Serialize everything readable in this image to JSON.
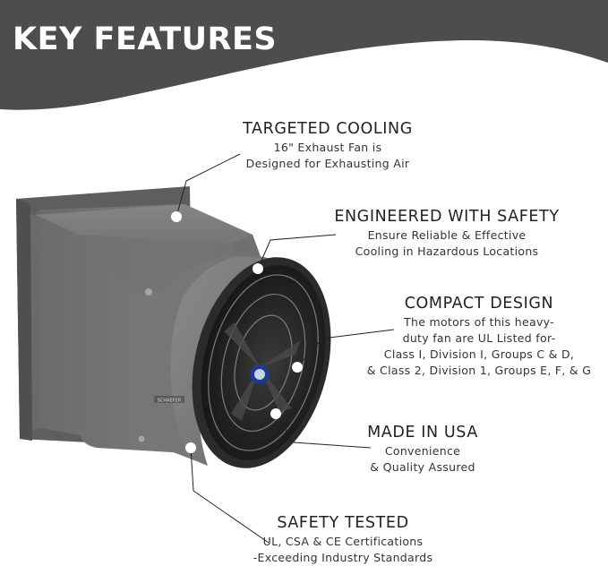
{
  "header": {
    "title": "KEY FEATURES",
    "band_color": "#4d4d4f"
  },
  "product": {
    "brand_badge": "SCHAEFER"
  },
  "features": [
    {
      "title": "TARGETED COOLING",
      "lines": [
        "16\" Exhaust Fan is",
        "Designed for Exhausting Air"
      ]
    },
    {
      "title": "ENGINEERED WITH SAFETY",
      "lines": [
        "Ensure Reliable & Effective",
        "Cooling in Hazardous Locations"
      ]
    },
    {
      "title": "COMPACT DESIGN",
      "lines": [
        "The motors of this heavy-",
        "duty fan are UL Listed for-",
        "Class I, Division I, Groups C & D,",
        "& Class 2, Division 1, Groups E, F, & G"
      ]
    },
    {
      "title": "MADE IN USA",
      "lines": [
        "Convenience",
        "& Quality Assured"
      ]
    },
    {
      "title": "SAFETY TESTED",
      "lines": [
        "UL, CSA & CE Certifications",
        "-Exceeding Industry Standards"
      ]
    }
  ]
}
